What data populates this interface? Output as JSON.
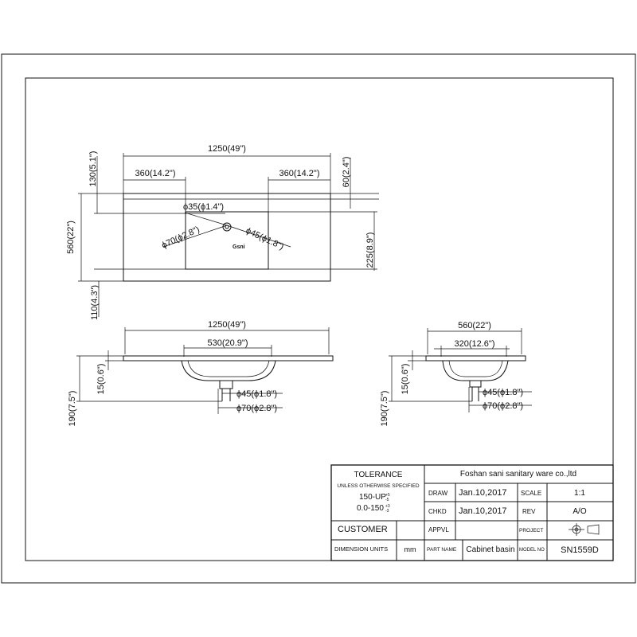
{
  "dimensions": {
    "top_overall_width": "1250(49\")",
    "top_left_offset": "360(14.2\")",
    "top_right_offset": "360(14.2\")",
    "top_left_vertical": "130(5.1\")",
    "top_right_vertical": "60(2.4\")",
    "top_faucet_hole": "ϕ35(ϕ1.4\")",
    "top_overflow_hole": "ϕ70(ϕ2.8\")",
    "top_drain_hole": "ϕ45(ϕ1.8\")",
    "top_depth": "560(22\")",
    "top_bowl_depth": "225(8.9\")",
    "top_front_offset": "110(4.3\")",
    "front_overall_width": "1250(49\")",
    "front_bowl_width": "530(20.9\")",
    "front_rim_thickness": "15(0.6\")",
    "front_height": "190(7.5\")",
    "front_drain_small": "ϕ45(ϕ1.8\")",
    "front_drain_large": "ϕ70(ϕ2.8\")",
    "side_overall_width": "560(22\")",
    "side_bowl_width": "320(12.6\")",
    "side_rim_thickness": "15(0.6\")",
    "side_height": "190(7.5\")",
    "side_drain_small": "ϕ45(ϕ1.8\")",
    "side_drain_large": "ϕ70(ϕ2.8\")"
  },
  "logo_text": "Gsni",
  "title_block": {
    "tolerance_label": "TOLERANCE",
    "unless_label": "UNLESS OTHERWISE SPECIFIED",
    "tol_line1": "150-UP",
    "tol_line1_sup": "+5",
    "tol_line1_sub": "-5",
    "tol_line2": "0.0-150",
    "tol_line2_sup": "+3",
    "tol_line2_sub": "-3",
    "company": "Foshan sani sanitary ware co.,ltd",
    "draw_label": "DRAW",
    "draw_value": "Jan.10,2017",
    "scale_label": "SCALE",
    "scale_value": "1:1",
    "chkd_label": "CHKD",
    "chkd_value": "Jan.10,2017",
    "rev_label": "REV",
    "rev_value": "A/O",
    "customer_label": "CUSTOMER",
    "appvl_label": "APPVL",
    "project_label": "PROJECT",
    "dimension_units_label": "DIMENSION UNITS",
    "dimension_units_value": "mm",
    "part_name_label": "PART NAME",
    "part_name_value": "Cabinet basin",
    "model_no_label": "MODEL NO",
    "model_no_value": "SN1559D"
  }
}
